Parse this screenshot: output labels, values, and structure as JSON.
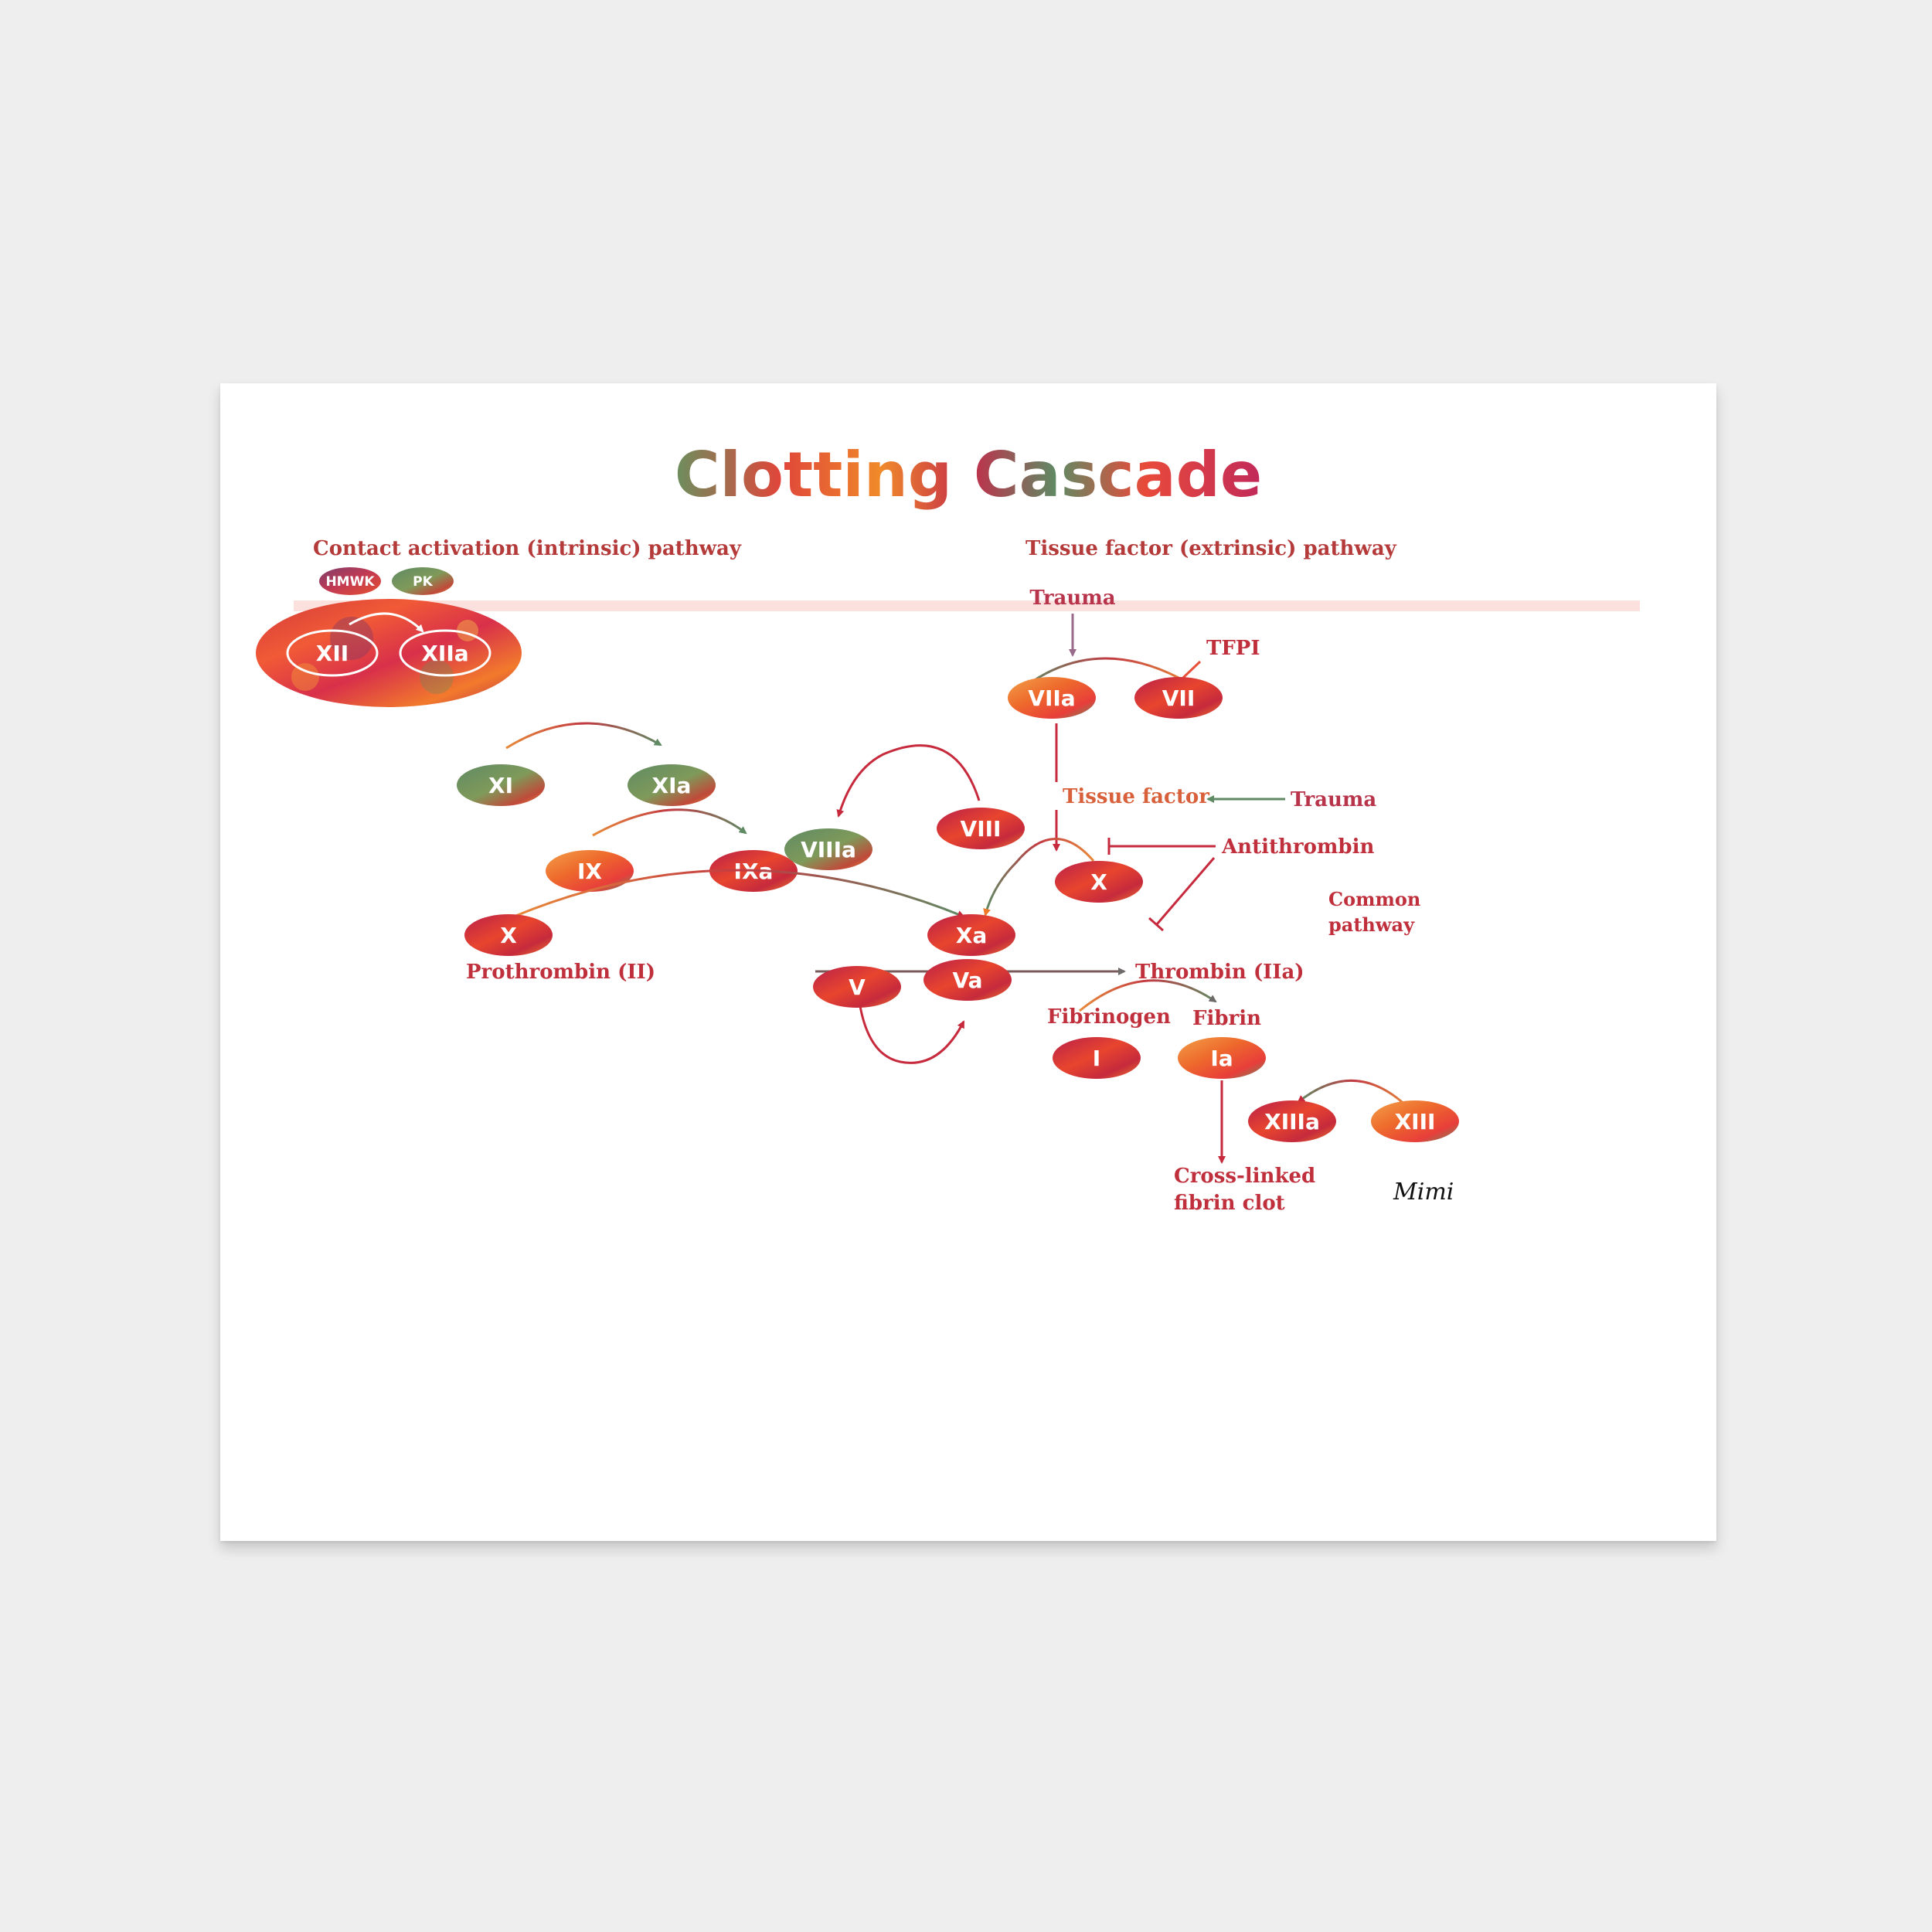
{
  "title": "Clotting Cascade",
  "colors": {
    "background": "#eeeeee",
    "poster": "#ffffff",
    "rule": "#fbe0de",
    "red": "#c62a3c",
    "orange": "#ef6a2c",
    "green": "#5f8a64",
    "purple": "#8a4c78",
    "label_text": "#c0303c"
  },
  "pathways": {
    "intrinsic": "Contact activation (intrinsic) pathway",
    "extrinsic": "Tissue factor (extrinsic) pathway",
    "common_line1": "Common",
    "common_line2": "pathway"
  },
  "nodes": {
    "hmwk": "HMWK",
    "pk": "PK",
    "xii": "XII",
    "xiia": "XIIa",
    "xi": "XI",
    "xia": "XIa",
    "ix": "IX",
    "ixa": "IXa",
    "viii": "VIII",
    "viiia": "VIIIa",
    "viia": "VIIa",
    "vii": "VII",
    "x_ext": "X",
    "x_int": "X",
    "xa": "Xa",
    "v": "V",
    "va": "Va",
    "i": "I",
    "ia": "Ia",
    "xiiia": "XIIIa",
    "xiii": "XIII"
  },
  "labels": {
    "trauma_top": "Trauma",
    "tfpi": "TFPI",
    "tissue_factor": "Tissue factor",
    "trauma_right": "Trauma",
    "antithrombin": "Antithrombin",
    "prothrombin": "Prothrombin (II)",
    "thrombin": "Thrombin (IIa)",
    "fibrinogen": "Fibrinogen",
    "fibrin": "Fibrin",
    "crosslinked_line1": "Cross-linked",
    "crosslinked_line2": "fibrin clot"
  },
  "signature": "Mimi"
}
